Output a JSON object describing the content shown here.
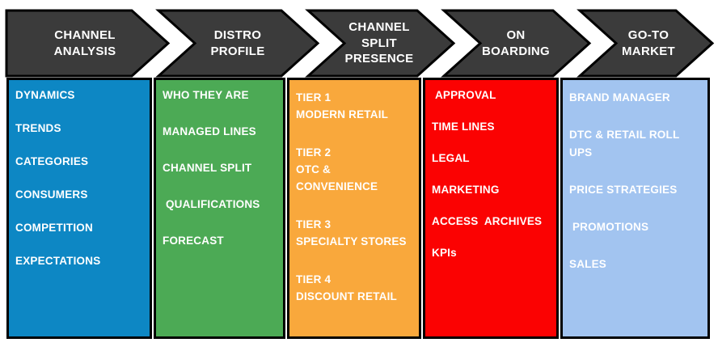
{
  "palette": {
    "stage_fill": "#3b3b3b",
    "stage_border": "#000000",
    "text": "#ffffff",
    "column_colors": [
      "#0d87c4",
      "#4caa55",
      "#f9a83c",
      "#fb0202",
      "#a2c4f0"
    ]
  },
  "stages": [
    {
      "id": "channel-analysis",
      "label": "CHANNEL\nANALYSIS"
    },
    {
      "id": "distro-profile",
      "label": "DISTRO\nPROFILE"
    },
    {
      "id": "channel-split-presence",
      "label": "CHANNEL\nSPLIT\nPRESENCE"
    },
    {
      "id": "on-boarding",
      "label": "ON\nBOARDING"
    },
    {
      "id": "go-to-market",
      "label": "GO-TO\nMARKET"
    }
  ],
  "columns": [
    {
      "stage": "channel-analysis",
      "color": "#0d87c4",
      "items": [
        "DYNAMICS",
        "TRENDS",
        "CATEGORIES",
        "CONSUMERS",
        "COMPETITION",
        "EXPECTATIONS"
      ]
    },
    {
      "stage": "distro-profile",
      "color": "#4caa55",
      "items": [
        "WHO THEY ARE",
        "MANAGED LINES",
        "CHANNEL SPLIT",
        " QUALIFICATIONS",
        "FORECAST"
      ]
    },
    {
      "stage": "channel-split-presence",
      "color": "#f9a83c",
      "items": [
        "TIER 1\nMODERN RETAIL",
        "TIER 2\nOTC & CONVENIENCE",
        "TIER 3\nSPECIALTY STORES",
        "TIER 4\nDISCOUNT RETAIL"
      ]
    },
    {
      "stage": "on-boarding",
      "color": "#fb0202",
      "items": [
        " APPROVAL",
        "TIME LINES",
        "LEGAL",
        "MARKETING",
        "ACCESS  ARCHIVES",
        "KPIs"
      ]
    },
    {
      "stage": "go-to-market",
      "color": "#a2c4f0",
      "items": [
        "BRAND MANAGER",
        "DTC & RETAIL ROLL\nUPS",
        "PRICE STRATEGIES",
        " PROMOTIONS",
        "SALES"
      ]
    }
  ]
}
